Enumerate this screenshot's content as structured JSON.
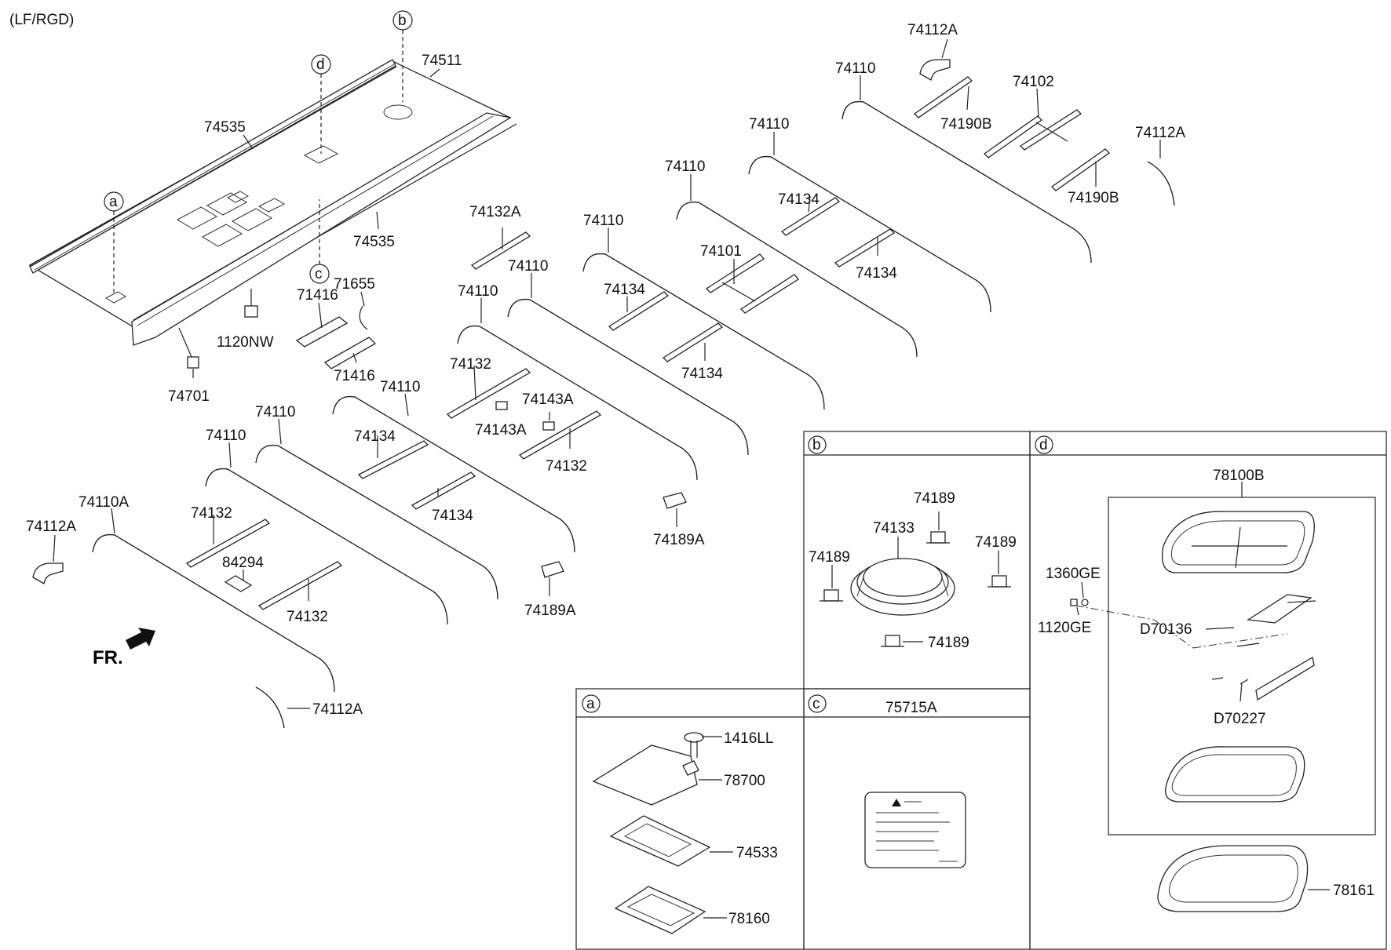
{
  "variant": "(LF/RGD)",
  "front_marker": "FR.",
  "callouts": {
    "a": "a",
    "b": "b",
    "c": "c",
    "d": "d"
  },
  "parts": {
    "p74511": "74511",
    "p74535_top": "74535",
    "p74535_bottom": "74535",
    "p1120NW": "1120NW",
    "p74701": "74701",
    "p71416_a": "71416",
    "p71416_b": "71416",
    "p71655": "71655",
    "p74132A": "74132A",
    "p74132_a": "74132",
    "p74132_b": "74132",
    "p74132_c": "74132",
    "p74132_d": "74132",
    "p74143A_a": "74143A",
    "p74143A_b": "74143A",
    "p74110_1": "74110",
    "p74110_2": "74110",
    "p74110_3": "74110",
    "p74110_4": "74110",
    "p74110_5": "74110",
    "p74110_6": "74110",
    "p74110_7": "74110",
    "p74110_8": "74110",
    "p74110_9": "74110",
    "p74110A": "74110A",
    "p74112A_top": "74112A",
    "p74112A_right": "74112A",
    "p74112A_left": "74112A",
    "p74112A_bottom": "74112A",
    "p74102": "74102",
    "p74190B_a": "74190B",
    "p74190B_b": "74190B",
    "p74101": "74101",
    "p74134_a": "74134",
    "p74134_b": "74134",
    "p74134_c": "74134",
    "p74134_d": "74134",
    "p74134_e": "74134",
    "p74134_f": "74134",
    "p84294": "84294",
    "p74189A_a": "74189A",
    "p74189A_b": "74189A"
  },
  "detail_a": {
    "p1416LL": "1416LL",
    "p78700": "78700",
    "p74533": "74533",
    "p78160": "78160"
  },
  "detail_b": {
    "p74133": "74133",
    "p74189_top": "74189",
    "p74189_left": "74189",
    "p74189_right": "74189",
    "p74189_bottom": "74189"
  },
  "detail_c": {
    "p75715A": "75715A"
  },
  "detail_d": {
    "p78100B": "78100B",
    "p1360GE": "1360GE",
    "p1120GE": "1120GE",
    "pD70136": "D70136",
    "pD70227": "D70227",
    "p78161": "78161"
  }
}
